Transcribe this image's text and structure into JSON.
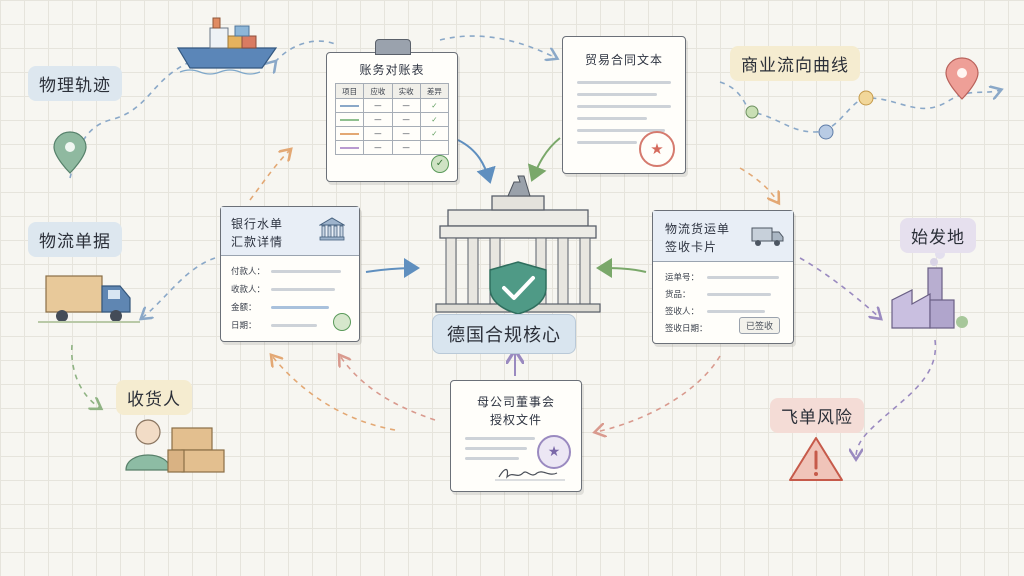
{
  "labels": {
    "physical_track": "物理轨迹",
    "logistics_docs": "物流单据",
    "consignee": "收货人",
    "commercial_flow": "商业流向曲线",
    "origin": "始发地",
    "flying_risk": "飞单风险",
    "core": "德国合规核心"
  },
  "reconciliation": {
    "title": "账务对账表",
    "headers": [
      "项目",
      "应收",
      "实收",
      "差异"
    ]
  },
  "contract": {
    "title": "贸易合同文本"
  },
  "bank": {
    "title_line1": "银行水单",
    "title_line2": "汇款详情",
    "fields": [
      "付款人：",
      "收款人：",
      "金额：",
      "日期："
    ]
  },
  "waybill": {
    "title_line1": "物流货运单",
    "title_line2": "签收卡片",
    "fields": [
      "运单号：",
      "货品：",
      "签收人：",
      "签收日期："
    ],
    "stamp": "已签收"
  },
  "board": {
    "title_line1": "母公司董事会",
    "title_line2": "授权文件"
  },
  "colors": {
    "blue_tag": "#dde7ef",
    "green_tag": "#e3ecd9",
    "yellow_tag": "#f5ecd0",
    "lilac_tag": "#e6e0ee",
    "red_tag": "#f4dcd6",
    "core_tag": "#d9e5ef",
    "arrow_blue": "#5f8fbf",
    "arrow_green": "#7aa86a",
    "arrow_orange": "#e3a874",
    "arrow_purple": "#9a8ac0",
    "shield": "#4f9a86"
  }
}
